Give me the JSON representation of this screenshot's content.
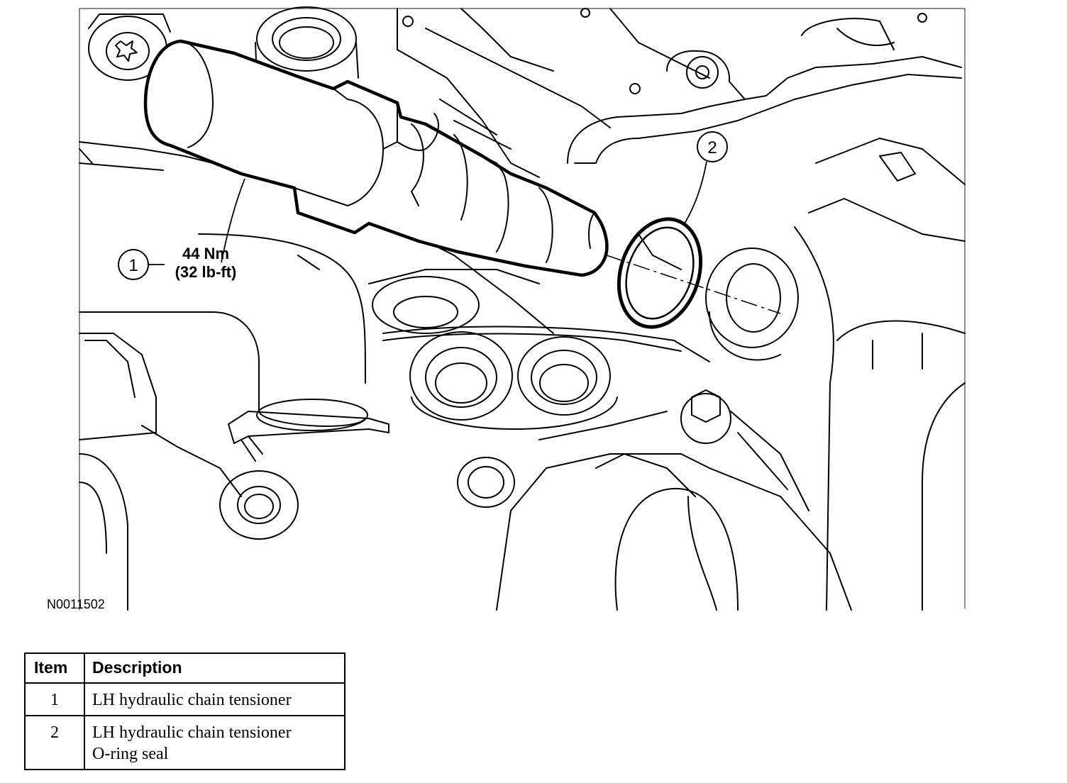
{
  "figure": {
    "id": "N0011502",
    "callouts": [
      {
        "number": "1",
        "torque_nm": "44 Nm",
        "torque_lbft": "(32 lb-ft)"
      },
      {
        "number": "2"
      }
    ]
  },
  "legend": {
    "headers": {
      "item": "Item",
      "description": "Description"
    },
    "rows": [
      {
        "item": "1",
        "description": "LH hydraulic chain tensioner",
        "description_line2": ""
      },
      {
        "item": "2",
        "description": "LH hydraulic chain tensioner",
        "description_line2": "O-ring seal"
      }
    ]
  }
}
